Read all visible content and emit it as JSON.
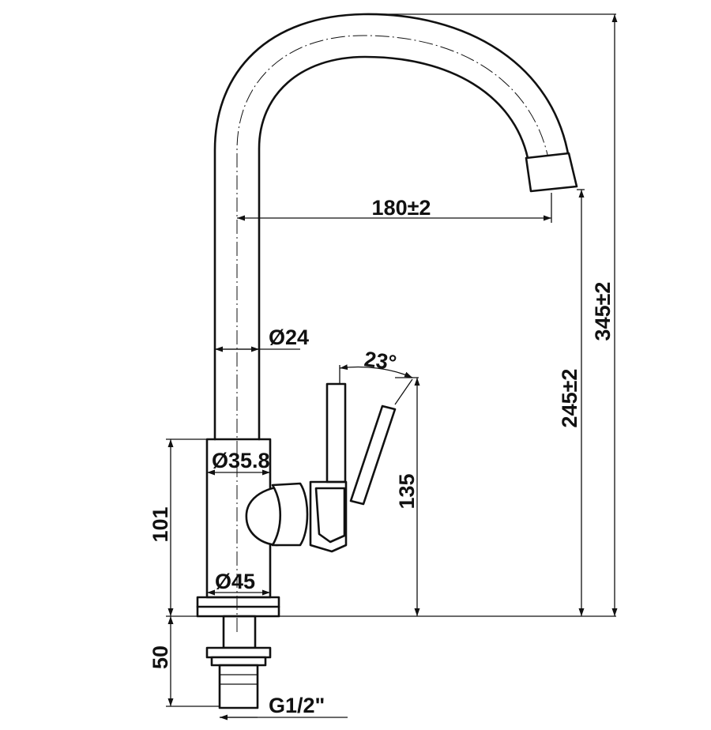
{
  "dimensions": {
    "spout_reach": "180±2",
    "spout_diameter": "Ø24",
    "lever_angle": "23°",
    "body_diameter_upper": "Ø35.8",
    "body_diameter_lower": "Ø45",
    "body_height": "101",
    "lever_height": "135",
    "spout_height": "245±2",
    "total_height": "345±2",
    "shank_length": "50",
    "thread": "G1/2\""
  }
}
